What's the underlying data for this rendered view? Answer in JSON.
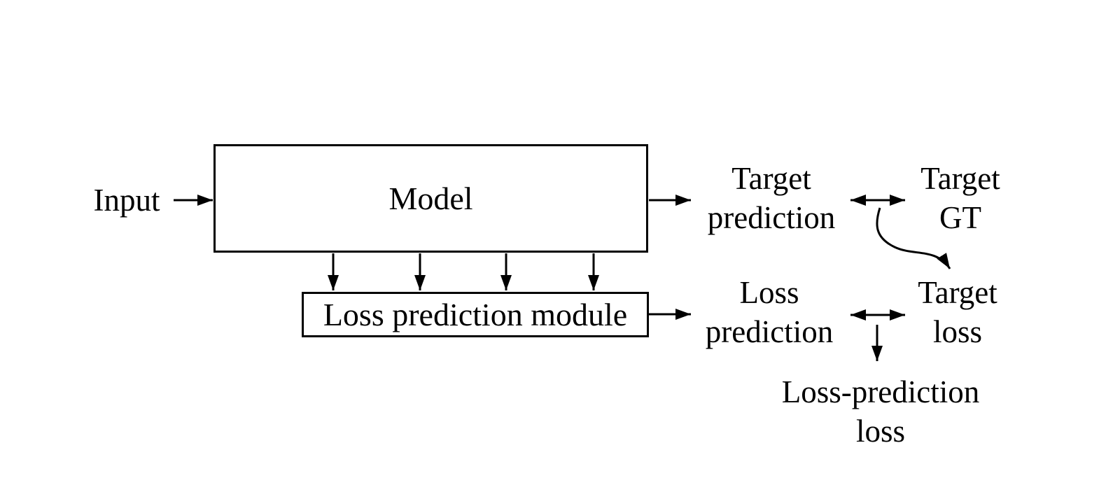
{
  "figure": {
    "background_color": "#ffffff",
    "line_color": "#000000",
    "input_label": "Input",
    "model_box_label": "Model",
    "loss_module_box_label": "Loss prediction module",
    "target_prediction": {
      "line1": "Target",
      "line2": "prediction"
    },
    "target_gt": {
      "line1": "Target",
      "line2": "GT"
    },
    "loss_prediction": {
      "line1": "Loss",
      "line2": "prediction"
    },
    "target_loss": {
      "line1": "Target",
      "line2": "loss"
    },
    "loss_prediction_loss": {
      "line1": "Loss-prediction",
      "line2": "loss"
    }
  }
}
